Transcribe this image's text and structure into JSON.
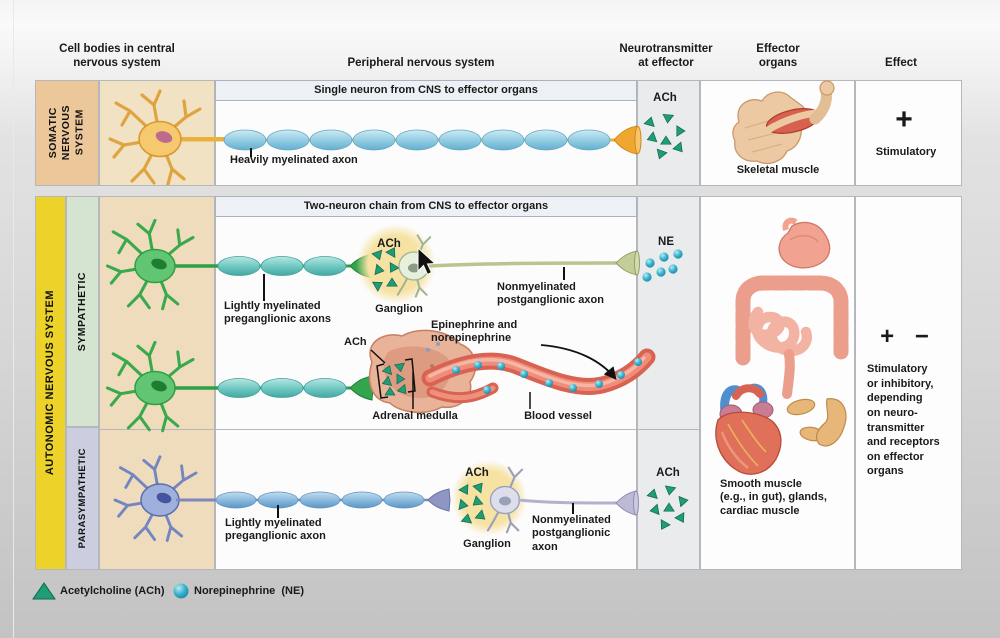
{
  "headers": {
    "cell_bodies": "Cell bodies in central\nnervous system",
    "peripheral": "Peripheral nervous system",
    "neurotransmitter": "Neurotransmitter\nat effector",
    "effector_organs": "Effector\norgans",
    "effect": "Effect"
  },
  "somatic": {
    "band": "SOMATIC\nNERVOUS\nSYSTEM",
    "pathway_header": "Single neuron from CNS to effector organs",
    "axon_label": "Heavily myelinated axon",
    "neurotransmitter": "ACh",
    "effector_caption": "Skeletal muscle",
    "effect_symbol": "+",
    "effect_text": "Stimulatory"
  },
  "autonomic": {
    "band": "AUTONOMIC NERVOUS SYSTEM",
    "pathway_header": "Two-neuron chain from CNS to effector organs",
    "sympathetic": {
      "band": "SYMPATHETIC",
      "pregang_label": "Lightly myelinated\npreganglionic axons",
      "ganglion_ach": "ACh",
      "ganglion_label": "Ganglion",
      "postgang_label": "Nonmyelinated\npostganglionic axon",
      "adrenal_ach": "ACh",
      "epi_label": "Epinephrine and\nnorepinephrine",
      "adrenal_label": "Adrenal medulla",
      "vessel_label": "Blood vessel",
      "neurotransmitter": "NE"
    },
    "parasympathetic": {
      "band": "PARASYMPATHETIC",
      "pregang_label": "Lightly myelinated\npreganglionic axon",
      "ganglion_ach": "ACh",
      "ganglion_label": "Ganglion",
      "postgang_label": "Nonmyelinated\npostganglionic\naxon",
      "neurotransmitter": "ACh"
    },
    "effector_caption": "Smooth muscle\n(e.g., in gut), glands,\ncardiac muscle",
    "effect_symbol": "+ −",
    "effect_text": "Stimulatory\nor inhibitory,\ndepending\non neuro-\ntransmitter\nand receptors\non effector\norgans"
  },
  "legend": {
    "ach": "Acetylcholine (ACh)",
    "ne": "Norepinephrine  (NE)"
  },
  "colors": {
    "somatic_band": "#ecc79a",
    "autonomic_band": "#ecd229",
    "sympathetic_band": "#d5e4d0",
    "parasympathetic_band": "#cccee0",
    "cell_body_column": "#f1e1c3",
    "ach_green": "#1f9d76",
    "ne_blue": "#2fb0cd",
    "ganglion_halo": "#f6e3a6",
    "myelin_blue": "#8ecbe2",
    "vessel_red": "#d96353"
  }
}
